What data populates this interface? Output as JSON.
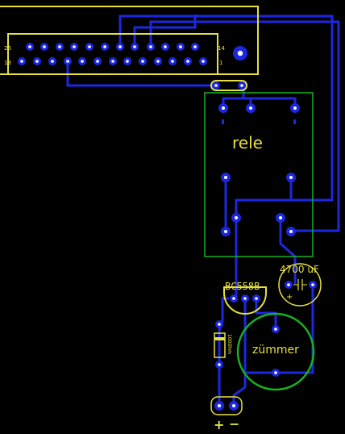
{
  "colors": {
    "background": "#000000",
    "trace": "#1c28e0",
    "silkscreen": "#e6e040",
    "outline_green": "#19b022",
    "pad_hole": "#ffffff"
  },
  "connector": {
    "pin_label_top_left": "26",
    "pin_label_bottom_left": "13",
    "pin_label_top_right": "14",
    "pin_label_bottom_right": "1"
  },
  "relay": {
    "label": "rele"
  },
  "transistor": {
    "label": "BC558B"
  },
  "capacitor": {
    "label": "4700 uF",
    "polarity": "+"
  },
  "resistor": {
    "label": "1000hm"
  },
  "buzzer": {
    "label": "zümmer"
  },
  "power": {
    "plus": "+",
    "minus": "−"
  }
}
